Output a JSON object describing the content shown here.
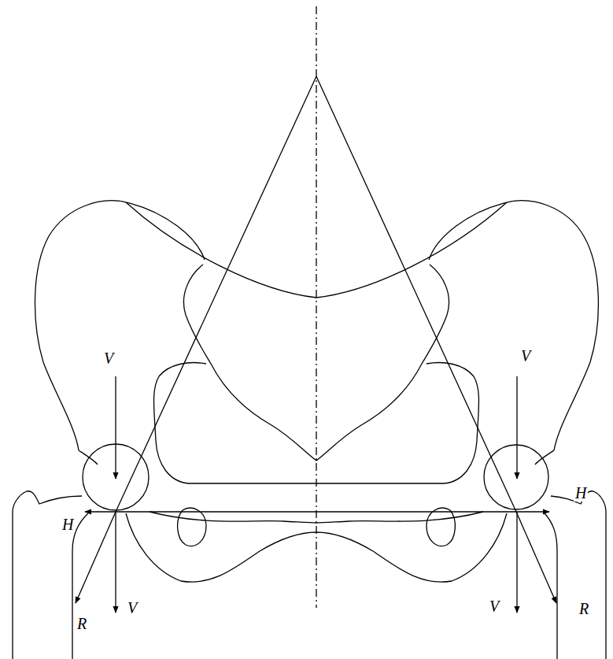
{
  "diagram": {
    "labels": [
      "V",
      "V",
      "H",
      "H",
      "R",
      "V",
      "V",
      "R"
    ]
  }
}
